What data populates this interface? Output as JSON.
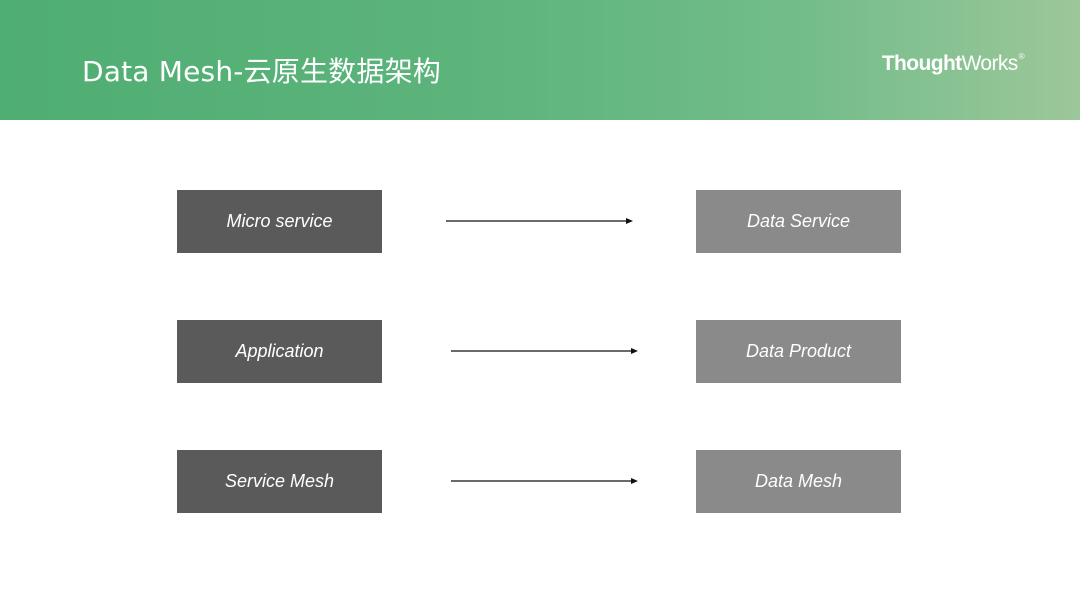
{
  "slide": {
    "title": "Data Mesh-云原生数据架构",
    "logo": {
      "bold": "Thought",
      "light": "Works",
      "mark": "®"
    }
  },
  "diagram": {
    "rows": [
      {
        "from": "Micro service",
        "to": "Data Service"
      },
      {
        "from": "Application",
        "to": "Data Product"
      },
      {
        "from": "Service Mesh",
        "to": "Data Mesh"
      }
    ]
  },
  "colors": {
    "header_start": "#4fae72",
    "header_end": "#9cc79a",
    "left_box": "#5a5a5a",
    "right_box": "#8a8a8a",
    "arrow": "#111111"
  }
}
